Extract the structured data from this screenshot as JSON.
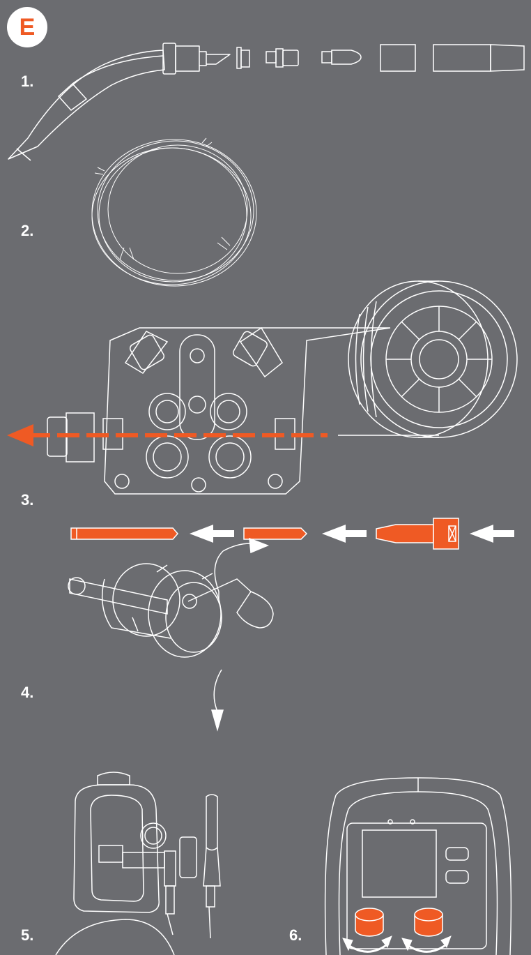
{
  "section_letter": "E",
  "steps": [
    {
      "number": "1.",
      "illustration": "mig-torch-and-consumables"
    },
    {
      "number": "2.",
      "illustration": "coiled-wire-liner"
    },
    {
      "number": "3.",
      "illustration": "wire-feeder-and-spool"
    },
    {
      "number": "4.",
      "illustration": "spool-hub-adjustment"
    },
    {
      "number": "5.",
      "illustration": "gas-cylinder-regulator"
    },
    {
      "number": "6.",
      "illustration": "control-panel-knobs"
    }
  ],
  "colors": {
    "background": "#6b6c70",
    "accent": "#ef5a24",
    "line": "#ffffff"
  }
}
